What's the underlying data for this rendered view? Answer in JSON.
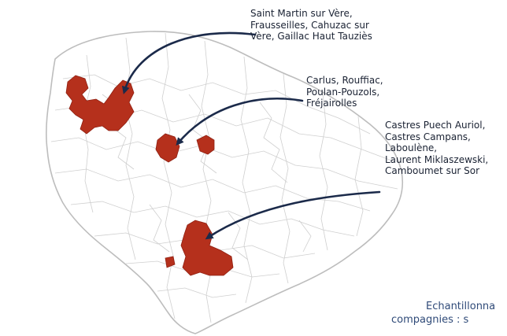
{
  "map": {
    "colors": {
      "background": "#ffffff",
      "border": "#cfcfcf",
      "outline": "#bdbdbd",
      "highlight": "#b5301c",
      "highlight_edge": "#8f2012",
      "arrow": "#1b2a4a",
      "label_text": "#1a2233",
      "caption_text": "#2f4a78"
    },
    "icons": {
      "arrow": "curved-arrow-icon"
    },
    "annotations": [
      {
        "id": "group-1",
        "lines": [
          "Saint Martin sur Vère,",
          "Frausseilles, Cahuzac sur",
          "Vère, Gaillac Haut Tauziès"
        ]
      },
      {
        "id": "group-2",
        "lines": [
          "Carlus, Rouffiac,",
          "Poulan-Pouzols,",
          "Fréjairolles"
        ]
      },
      {
        "id": "group-3",
        "lines": [
          "Castres Puech Auriol,",
          "Castres Campans,",
          "Laboulène,",
          "Laurent Miklaszewski,",
          "Camboumet sur Sor"
        ]
      }
    ],
    "caption": {
      "line1": "Echantillonna",
      "line2": "compagnies : s"
    }
  }
}
